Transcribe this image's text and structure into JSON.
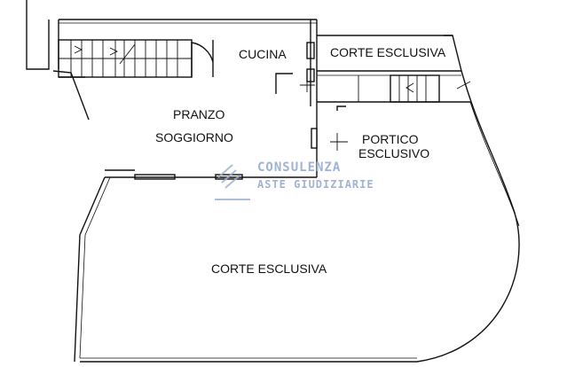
{
  "rooms": {
    "cucina": "CUCINA",
    "corte_top": "CORTE ESCLUSIVA",
    "pranzo": "PRANZO",
    "soggiorno": "SOGGIORNO",
    "portico_1": "PORTICO",
    "portico_2": "ESCLUSIVO",
    "corte_main": "CORTE ESCLUSIVA"
  },
  "watermark": {
    "line1": "CONSULENZA",
    "line2": "ASTE GIUDIZIARIE",
    "logo_icon": "gavel-logo-icon"
  },
  "colors": {
    "lines": "#111111",
    "watermark": "#9fb3d6"
  }
}
